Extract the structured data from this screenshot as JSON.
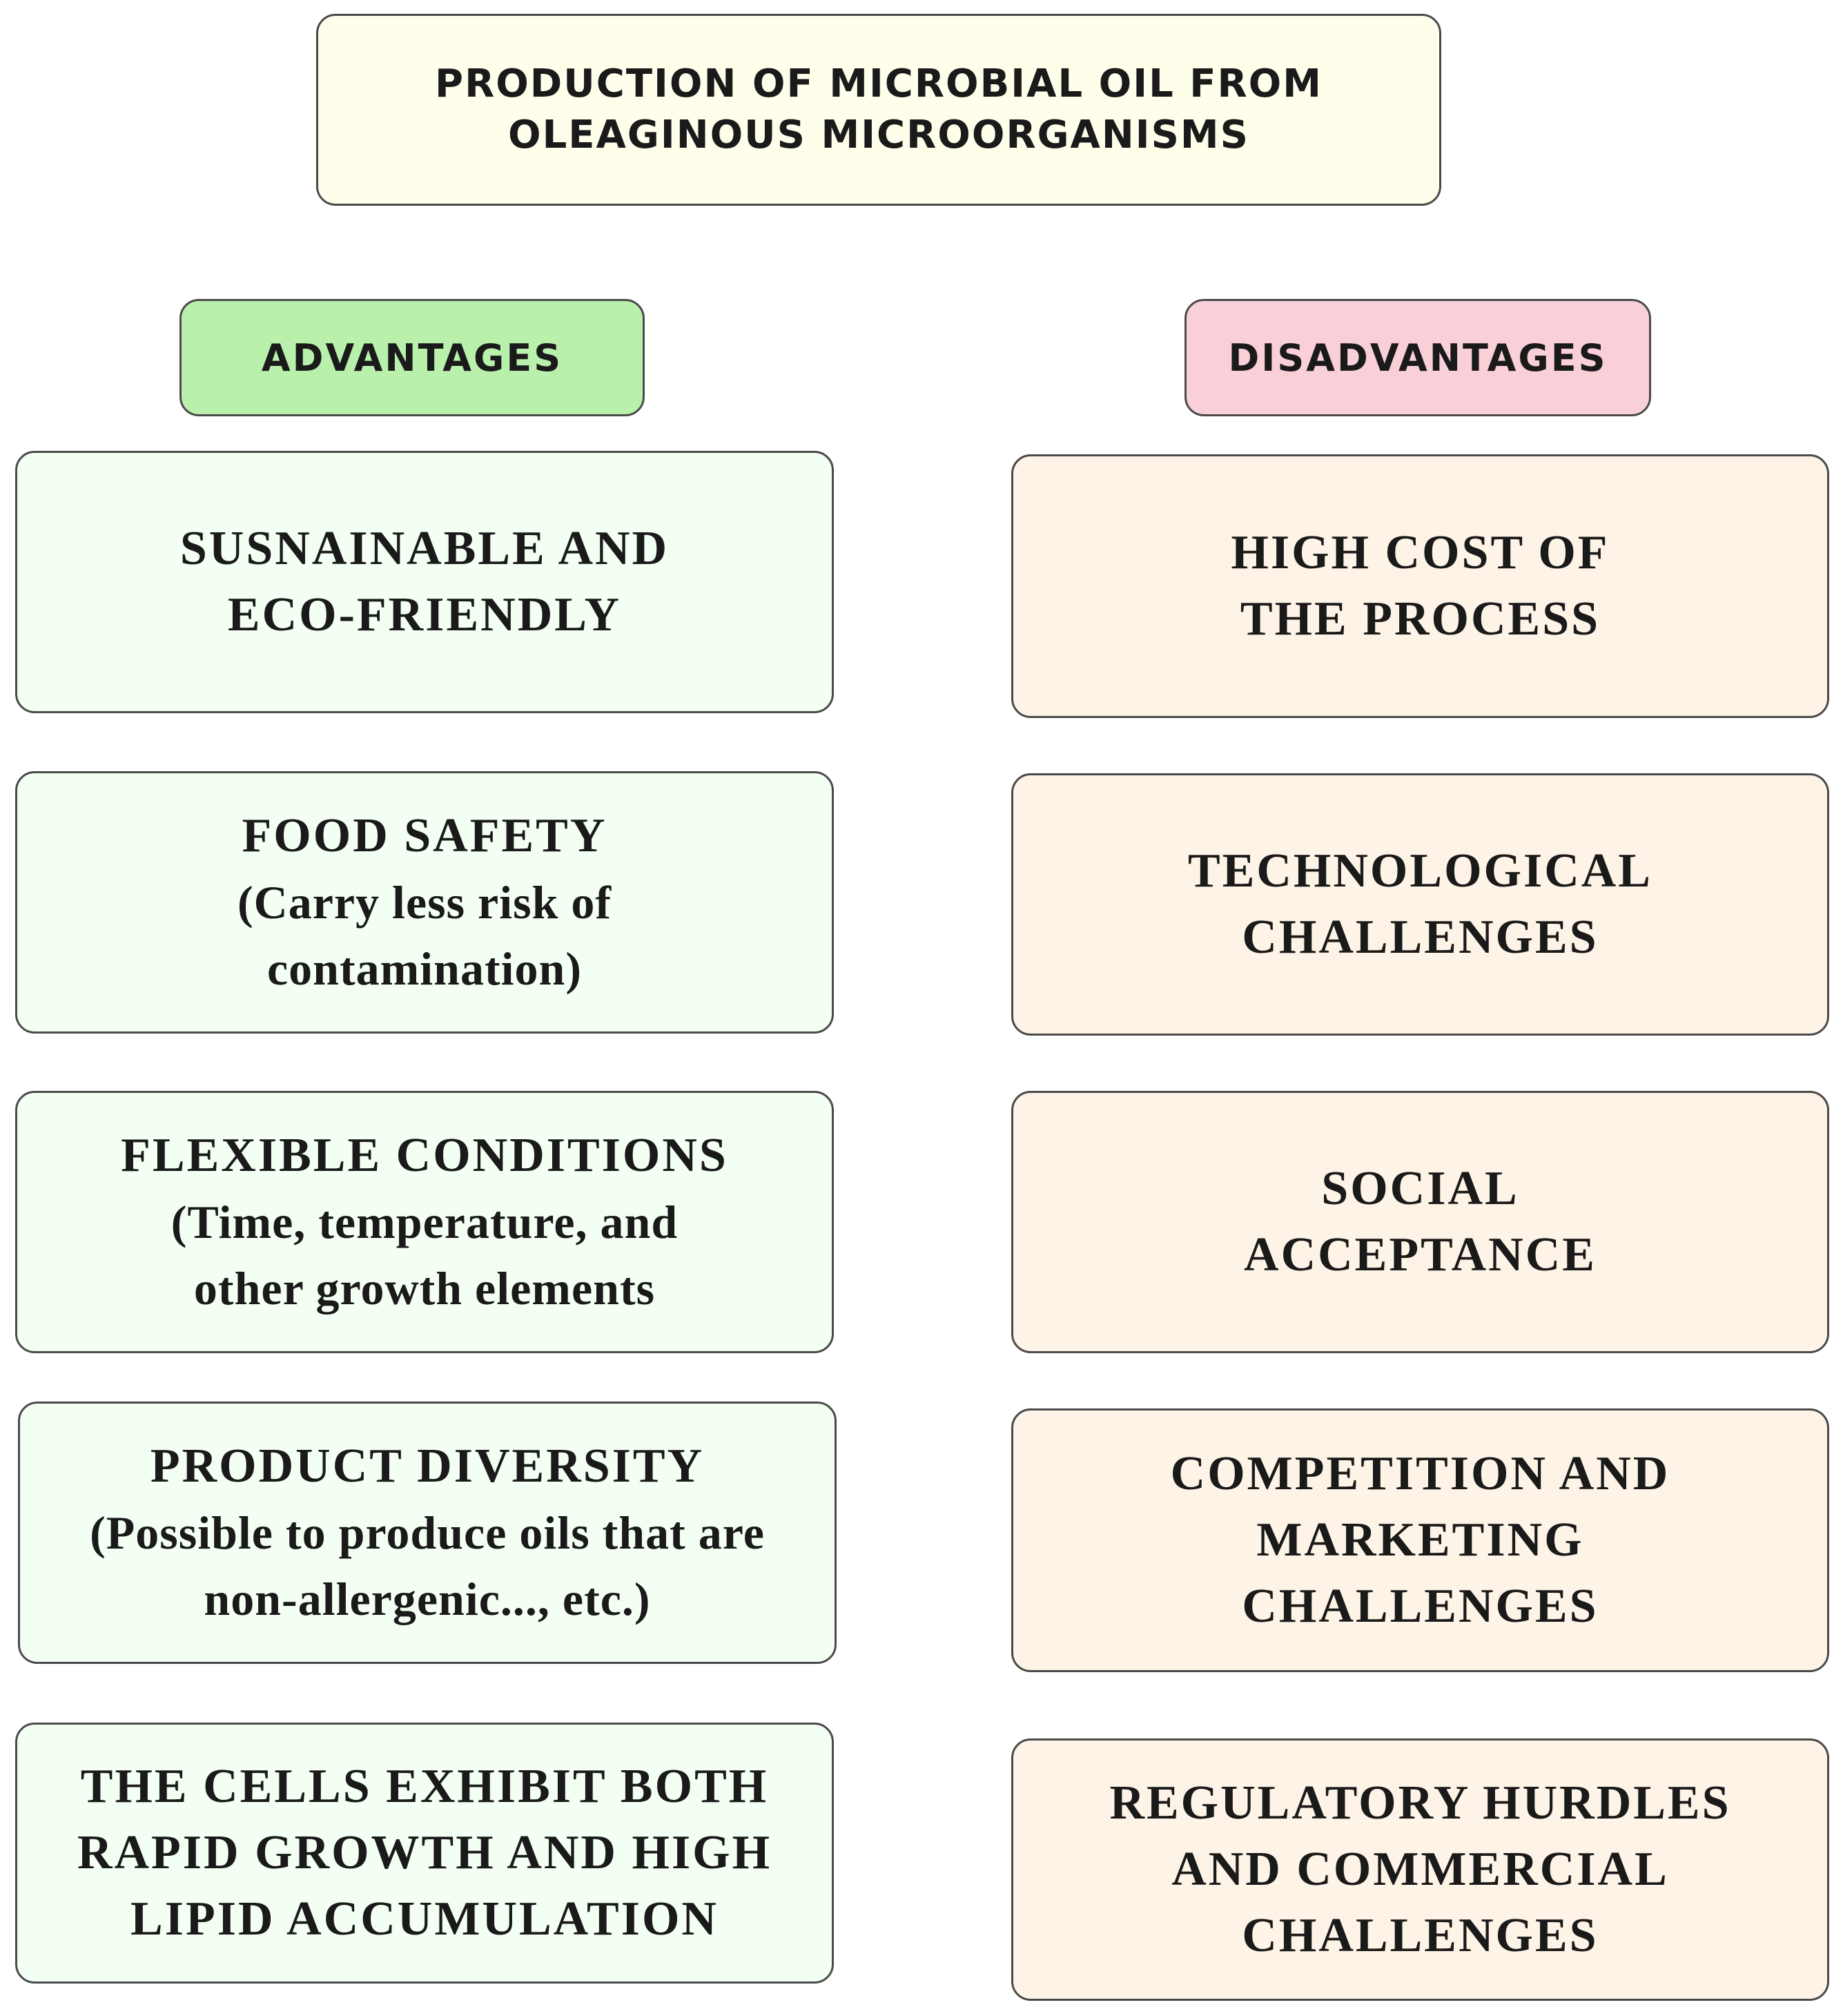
{
  "title": {
    "line1": "PRODUCTION OF MICROBIAL OIL FROM",
    "line2": "OLEAGINOUS MICROORGANISMS"
  },
  "advantages": {
    "header": "ADVANTAGES",
    "items": [
      {
        "lines": [
          "SUSNAINABLE AND",
          "ECO-FRIENDLY"
        ]
      },
      {
        "lines": [
          "FOOD SAFETY",
          "(Carry less risk of",
          "contamination)"
        ]
      },
      {
        "lines": [
          "FLEXIBLE CONDITIONS",
          "(Time, temperature, and",
          "other growth elements"
        ]
      },
      {
        "lines": [
          "PRODUCT DIVERSITY",
          "(Possible to produce oils that are",
          "non-allergenic..., etc.)"
        ]
      },
      {
        "lines": [
          "THE CELLS EXHIBIT BOTH",
          "RAPID GROWTH AND HIGH",
          "LIPID ACCUMULATION"
        ]
      }
    ]
  },
  "disadvantages": {
    "header": "DISADVANTAGES",
    "items": [
      {
        "lines": [
          "HIGH COST OF",
          "THE PROCESS"
        ]
      },
      {
        "lines": [
          "TECHNOLOGICAL",
          "CHALLENGES"
        ]
      },
      {
        "lines": [
          "SOCIAL",
          "ACCEPTANCE"
        ]
      },
      {
        "lines": [
          "COMPETITION AND",
          "MARKETING",
          "CHALLENGES"
        ]
      },
      {
        "lines": [
          "REGULATORY HURDLES",
          "AND COMMERCIAL",
          "CHALLENGES"
        ]
      }
    ]
  }
}
